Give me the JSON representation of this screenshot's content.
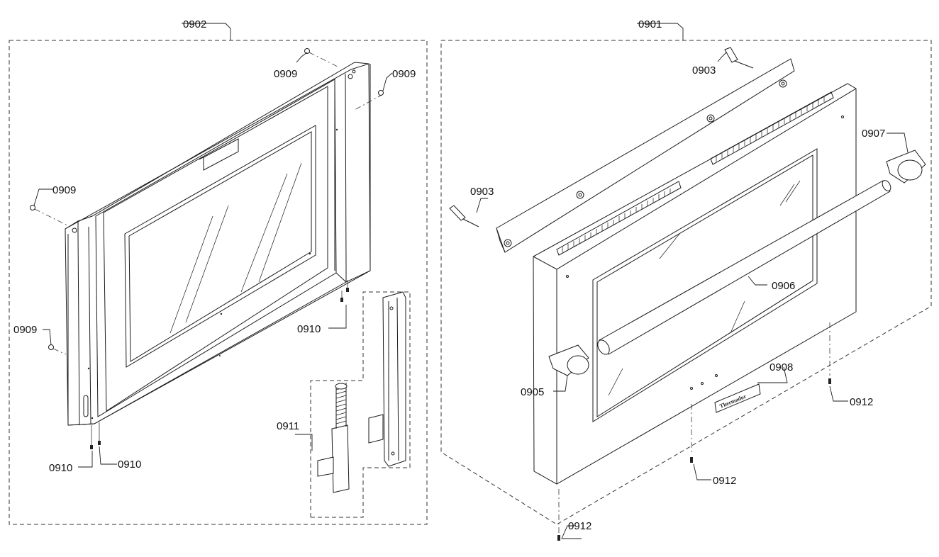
{
  "title": "",
  "callouts": {
    "c0902": "0902",
    "c0901": "0901",
    "c0909_a": "0909",
    "c0909_b": "0909",
    "c0909_c": "0909",
    "c0909_d": "0909",
    "c0910_a": "0910",
    "c0910_b": "0910",
    "c0910_c": "0910",
    "c0911": "0911",
    "c0903_a": "0903",
    "c0903_b": "0903",
    "c0907": "0907",
    "c0906": "0906",
    "c0908": "0908",
    "c0905": "0905",
    "c0912_a": "0912",
    "c0912_b": "0912",
    "c0912_c": "0912"
  },
  "badge_text": "Thermador",
  "colors": {
    "line": "#1a1a1a",
    "background": "#ffffff"
  }
}
